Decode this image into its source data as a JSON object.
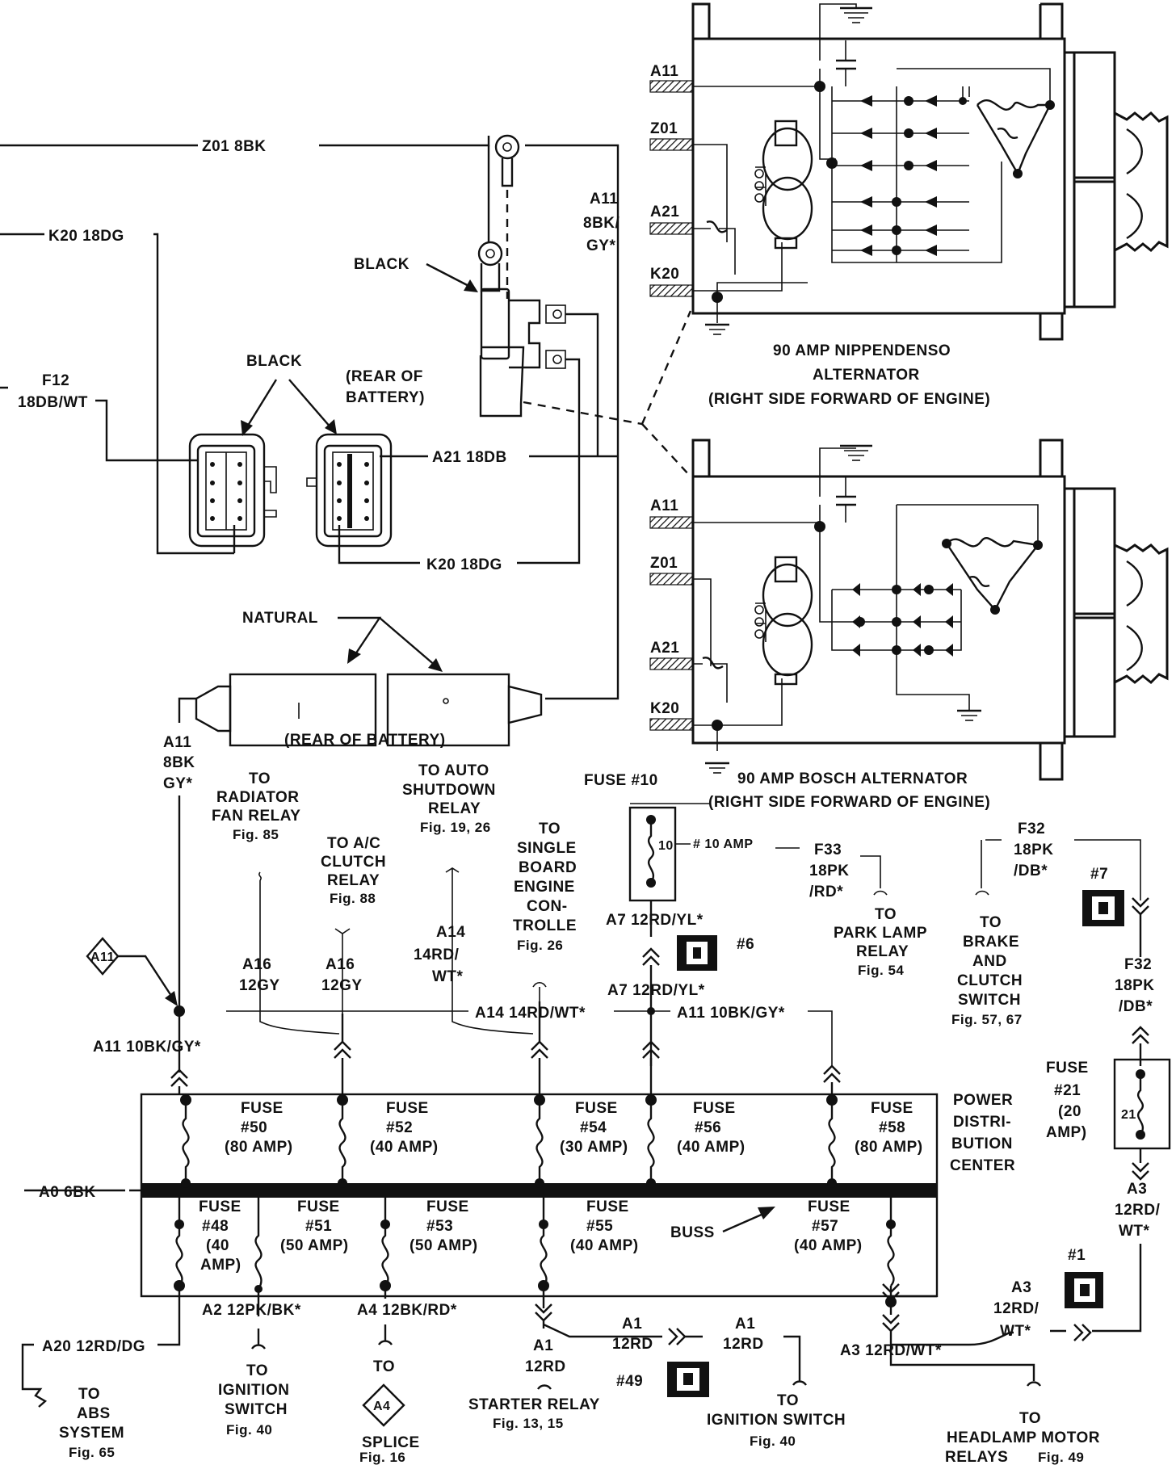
{
  "labels": {
    "z01_top": "Z01 8BK",
    "k20_top": "K20 18DG",
    "black_1": "BLACK",
    "black_2": "BLACK",
    "rear_of_battery_1a": "(REAR OF",
    "rear_of_battery_1b": "BATTERY)",
    "f12": "F12",
    "f12_wire": "18DB/WT",
    "a21_18db": "A21 18DB",
    "k20_18dg": "K20 18DG",
    "a11_top_1": "A11",
    "a11_top_2": "8BK/",
    "a11_top_3": "GY*",
    "natural": "NATURAL",
    "rear_of_battery_2": "(REAR OF BATTERY)",
    "a11_left_1": "A11",
    "a11_left_2": "8BK",
    "a11_left_3": "GY*",
    "a11_diamond": "A11",
    "a11_10bkgy_left": "A11 10BK/GY*",
    "a0_6bk": "A0 6BK",
    "a20": "A20 12RD/DG"
  },
  "alternators": {
    "nippendenso": {
      "title_1": "90 AMP NIPPENDENSO",
      "title_2": "ALTERNATOR",
      "title_3": "(RIGHT SIDE FORWARD OF ENGINE)",
      "terminals": [
        "A11",
        "Z01",
        "A21",
        "K20"
      ]
    },
    "bosch": {
      "title_1": "90 AMP BOSCH ALTERNATOR",
      "title_2": "(RIGHT SIDE FORWARD OF ENGINE)",
      "terminals": [
        "A11",
        "Z01",
        "A21",
        "K20"
      ]
    }
  },
  "destinations": {
    "radiator": [
      "TO",
      "RADIATOR",
      "FAN RELAY",
      "Fig. 85"
    ],
    "ac_clutch": [
      "TO A/C",
      "CLUTCH",
      "RELAY",
      "Fig. 88"
    ],
    "auto_shutdown": [
      "TO AUTO",
      "SHUTDOWN",
      "RELAY",
      "Fig. 19, 26"
    ],
    "sbec": [
      "TO",
      "SINGLE",
      "BOARD",
      "ENGINE",
      "CON-",
      "TROLLE",
      "Fig. 26"
    ],
    "park_lamp": [
      "TO",
      "PARK LAMP",
      "RELAY",
      "Fig. 54"
    ],
    "brake_clutch": [
      "TO",
      "BRAKE",
      "AND",
      "CLUTCH",
      "SWITCH",
      "Fig. 57, 67"
    ],
    "abs": [
      "TO",
      "ABS",
      "SYSTEM",
      "Fig. 65"
    ],
    "ign_switch_a2": [
      "TO",
      "IGNITION",
      "SWITCH",
      "Fig. 40"
    ],
    "splice_a4": [
      "TO",
      "SPLICE",
      "Fig. 16"
    ],
    "starter_relay": [
      "STARTER RELAY",
      "Fig. 13, 15"
    ],
    "ign_switch_a1": [
      "TO",
      "IGNITION SWITCH",
      "Fig. 40"
    ],
    "headlamp": [
      "TO",
      "HEADLAMP MOTOR",
      "RELAYS",
      "Fig. 49"
    ]
  },
  "wires": {
    "a16_1": [
      "A16",
      "12GY"
    ],
    "a16_2": [
      "A16",
      "12GY"
    ],
    "a14_v": [
      "A14",
      "14RD/",
      "WT*"
    ],
    "a14_h": "A14 14RD/WT*",
    "a11_h": "A11 10BK/GY*",
    "a7_top": "A7 12RD/YL*",
    "a7_bot": "A7 12RD/YL*",
    "f33": [
      "F33",
      "18PK",
      "/RD*"
    ],
    "f32_top": [
      "F32",
      "18PK",
      "/DB*"
    ],
    "f32_bot": [
      "F32",
      "18PK",
      "/DB*"
    ],
    "a3_right": [
      "A3",
      "12RD/",
      "WT*"
    ],
    "a3_mid": [
      "A3",
      "12RD/",
      "WT*"
    ],
    "a3_bottom": "A3 12RD/WT*",
    "a2": "A2 12PK/BK*",
    "a4": "A4 12BK/RD*",
    "a1_1": [
      "A1",
      "12RD"
    ],
    "a1_2": [
      "A1",
      "12RD"
    ],
    "a1_3": [
      "A1",
      "12RD"
    ],
    "a4_diamond": "A4"
  },
  "fuses": {
    "fuse10": "FUSE #10",
    "fuse10_num": "10",
    "fuse10_amp": "# 10 AMP",
    "fuse21": [
      "FUSE",
      "#21",
      "(20",
      "AMP)"
    ],
    "fuse21_num": "21",
    "f50": [
      "FUSE",
      "#50",
      "(80 AMP)"
    ],
    "f52": [
      "FUSE",
      "#52",
      "(40 AMP)"
    ],
    "f54": [
      "FUSE",
      "#54",
      "(30 AMP)"
    ],
    "f56": [
      "FUSE",
      "#56",
      "(40 AMP)"
    ],
    "f58": [
      "FUSE",
      "#58",
      "(80 AMP)"
    ],
    "f48": [
      "FUSE",
      "#48",
      "(40",
      "AMP)"
    ],
    "f51": [
      "FUSE",
      "#51",
      "(50 AMP)"
    ],
    "f53": [
      "FUSE",
      "#53",
      "(50 AMP)"
    ],
    "f55": [
      "FUSE",
      "#55",
      "(40 AMP)"
    ],
    "f57": [
      "FUSE",
      "#57",
      "(40 AMP)"
    ]
  },
  "pdc": {
    "title": [
      "POWER",
      "DISTRI-",
      "BUTION",
      "CENTER"
    ],
    "buss": "BUSS"
  },
  "connectors": {
    "c6": "#6",
    "c7": "#7",
    "c1": "#1",
    "c49": "#49"
  }
}
